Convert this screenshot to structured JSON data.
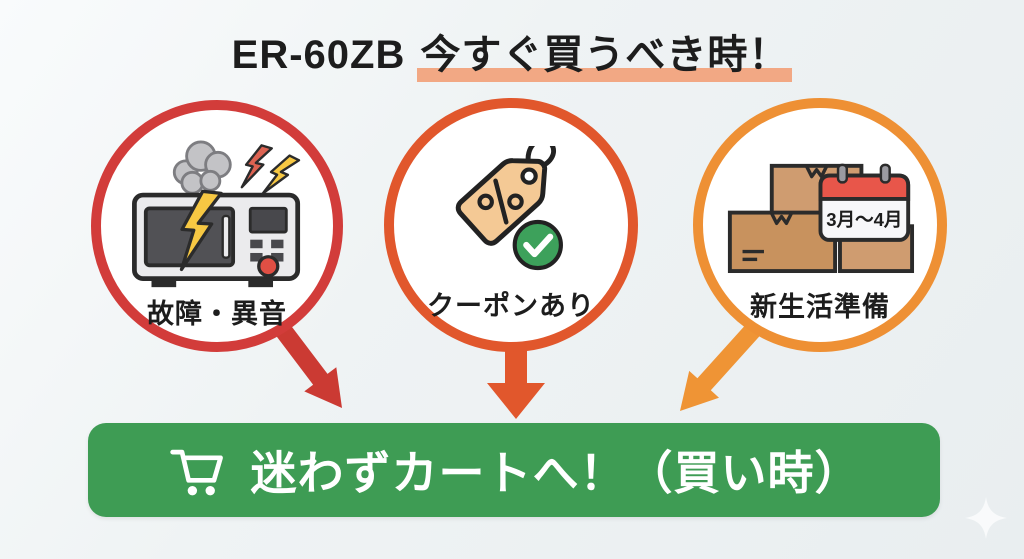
{
  "page": {
    "title_model": "ER-60ZB",
    "title_highlight": "今すぐ買うべき時！"
  },
  "reasons": [
    {
      "label": "故障・異音",
      "icon": "broken-microwave-icon"
    },
    {
      "label": "クーポンあり",
      "icon": "discount-tag-check-icon"
    },
    {
      "label": "新生活準備",
      "icon": "moving-boxes-calendar-icon",
      "calendar_text": "3月〜4月"
    }
  ],
  "cta": {
    "label": "迷わずカートへ！（買い時）",
    "icon": "cart-icon"
  },
  "colors": {
    "background": "#eef1f3",
    "title_underline": "#f2a884",
    "ring_red": "#d23c3a",
    "ring_orange_red": "#e1572c",
    "ring_orange": "#ee9034",
    "arrow_red": "#cb3a33",
    "arrow_orange_red": "#e1572c",
    "arrow_orange": "#ef9435",
    "cta_green": "#3e9c54",
    "cta_text": "#ffffff",
    "label_text": "#1d1d1d",
    "tag_fill": "#f4c995",
    "check_green": "#3da15b",
    "calendar_header_red": "#e8564a",
    "box_brown": "#c8925e",
    "box_brown_light": "#cf9c70",
    "bolt_yellow": "#f7c843",
    "bolt_red": "#dd6352",
    "smoke_gray": "#c3c3c6"
  }
}
